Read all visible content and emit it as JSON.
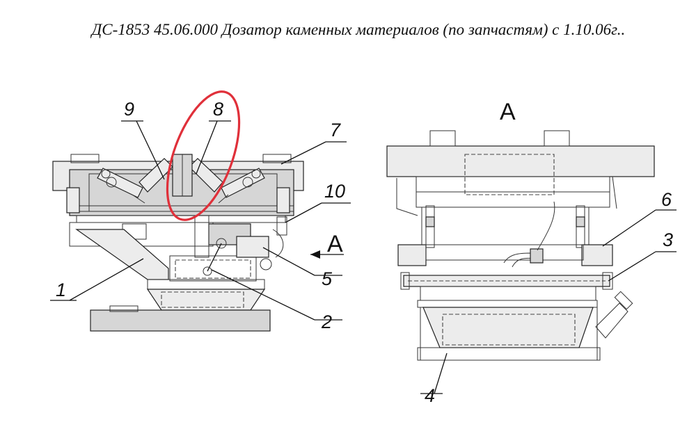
{
  "title": "ДС-1853 45.06.000 Дозатор каменных материалов (по запчастям) с 1.10.06г..",
  "view_label": "A",
  "arrow_label": "A",
  "callouts": {
    "c1": "1",
    "c2": "2",
    "c3": "3",
    "c4": "4",
    "c5": "5",
    "c6": "6",
    "c7": "7",
    "c8": "8",
    "c9": "9",
    "c10": "10"
  },
  "highlight_color": "#e0303a"
}
